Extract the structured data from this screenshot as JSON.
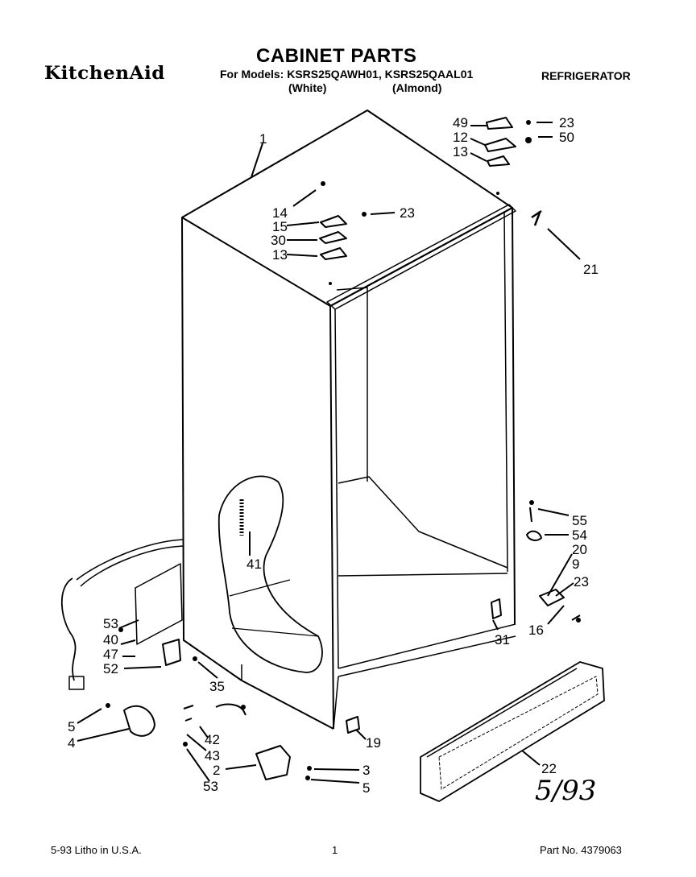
{
  "header": {
    "brand": "KitchenAid",
    "title": "CABINET PARTS",
    "models_line": "For Models: KSRS25QAWH01, KSRS25QAAL01",
    "color_1": "(White)",
    "color_2": "(Almond)",
    "appliance": "REFRIGERATOR"
  },
  "callouts": [
    "1",
    "14",
    "15",
    "30",
    "13",
    "23",
    "49",
    "12",
    "13",
    "23",
    "50",
    "21",
    "55",
    "54",
    "20",
    "9",
    "23",
    "16",
    "31",
    "41",
    "53",
    "40",
    "47",
    "52",
    "35",
    "5",
    "4",
    "42",
    "43",
    "2",
    "53",
    "3",
    "5",
    "19",
    "22"
  ],
  "handwritten_note": "5/93",
  "footer": {
    "left": "5-93  Litho in U.S.A.",
    "center": "1",
    "right": "Part No. 4379063"
  }
}
